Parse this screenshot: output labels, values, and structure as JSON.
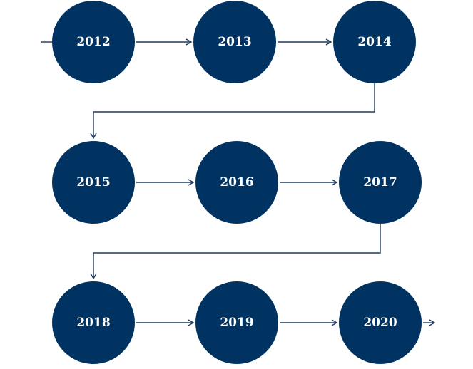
{
  "colors": {
    "node_fill": "#003361",
    "line": "#1f3a5f",
    "label": "#ffffff"
  },
  "nodes": [
    {
      "label": "2012"
    },
    {
      "label": "2013"
    },
    {
      "label": "2014"
    },
    {
      "label": "2015"
    },
    {
      "label": "2016"
    },
    {
      "label": "2017"
    },
    {
      "label": "2018"
    },
    {
      "label": "2019"
    },
    {
      "label": "2020"
    }
  ]
}
